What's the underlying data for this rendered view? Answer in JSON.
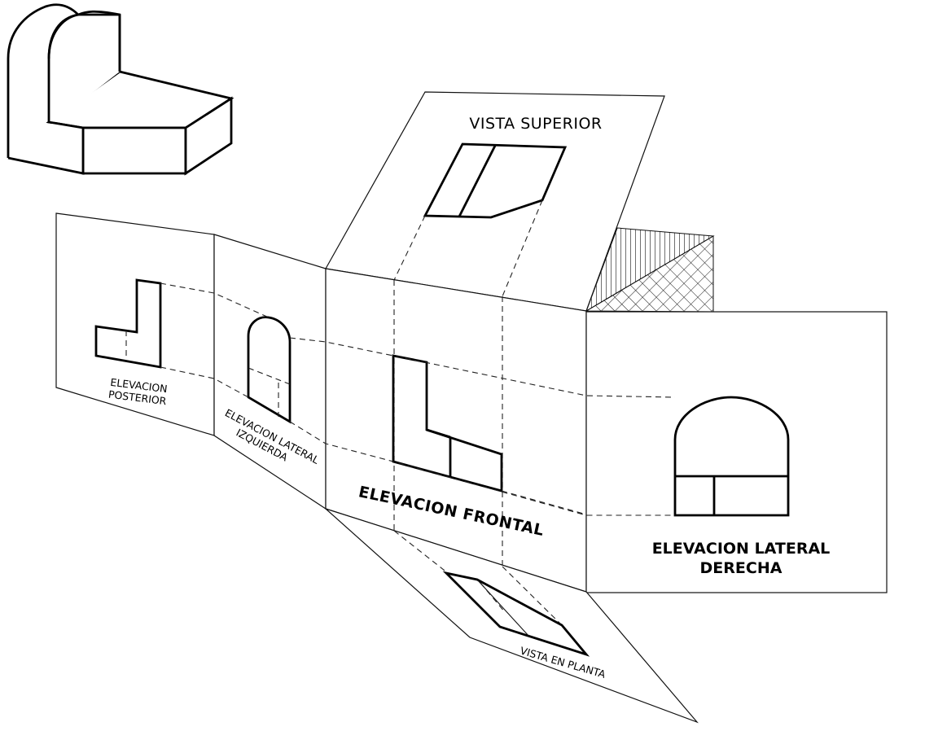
{
  "labels": {
    "top_view": "VISTA SUPERIOR",
    "rear_elevation_line1": "ELEVACION",
    "rear_elevation_line2": "POSTERIOR",
    "left_elevation_line1": "ELEVACION LATERAL",
    "left_elevation_line2": "IZQUIERDA",
    "front_elevation": "ELEVACION FRONTAL",
    "right_elevation_line1": "ELEVACION LATERAL",
    "right_elevation_line2": "DERECHA",
    "bottom_view": "VISTA EN PLANTA"
  }
}
